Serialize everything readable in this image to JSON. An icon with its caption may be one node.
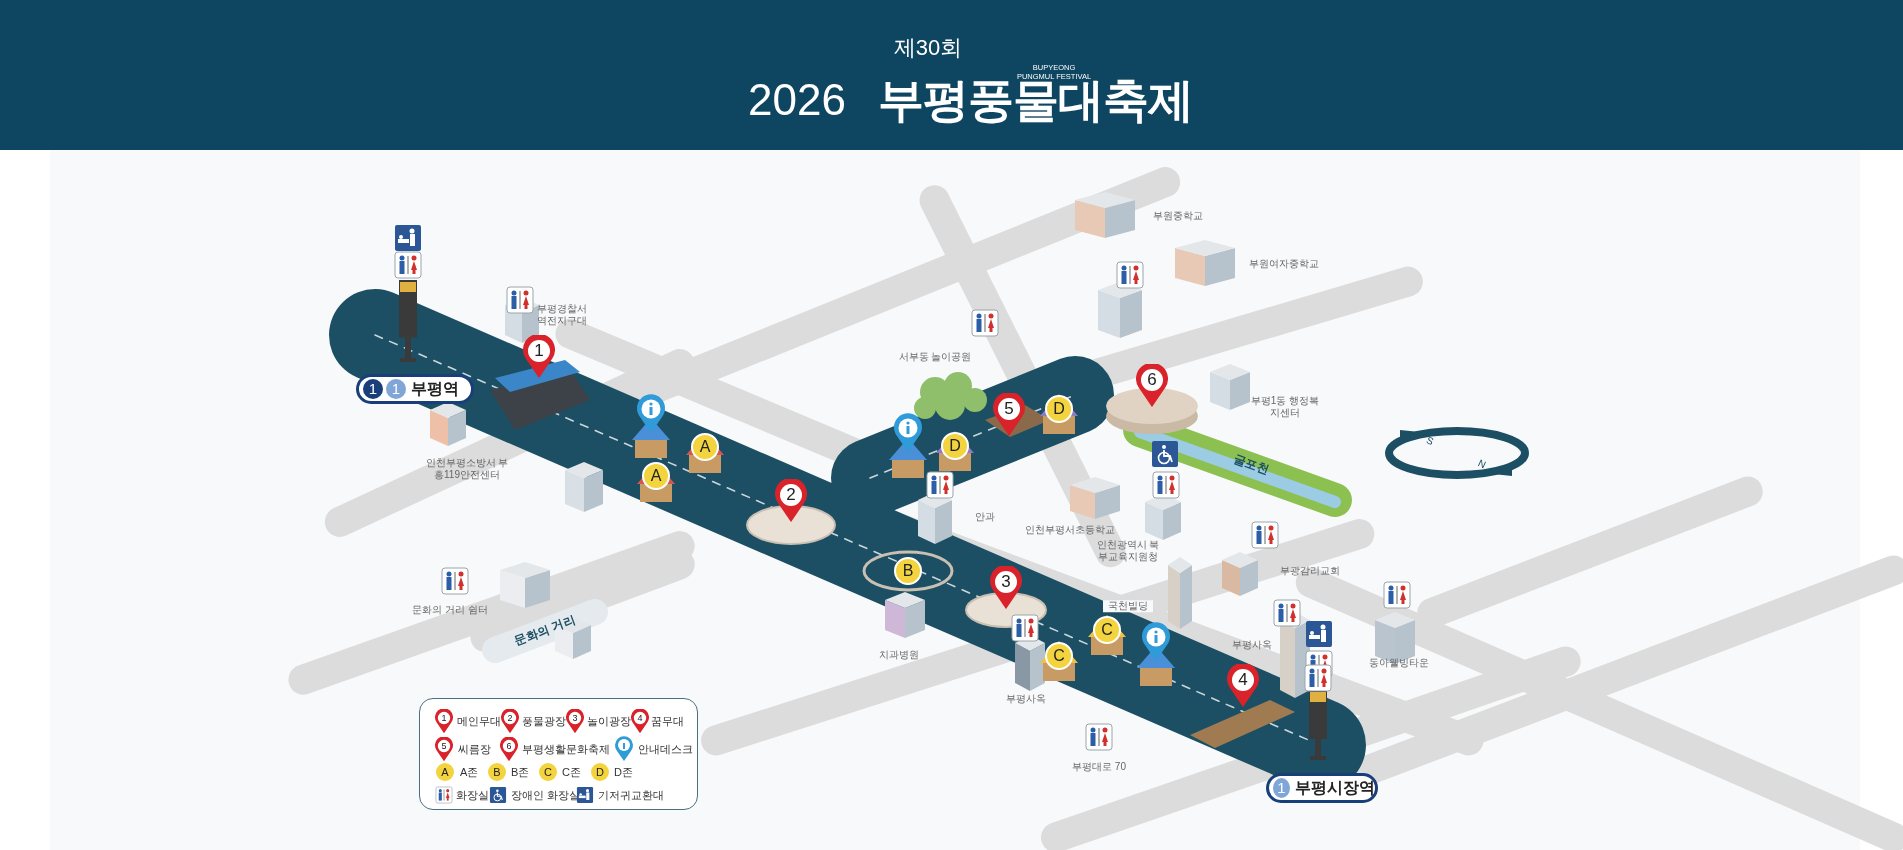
{
  "diagram": {
    "title": "부평풍물대축제",
    "nodes": [
      {
        "text": [
          "1",
          "1",
          "부평역"
        ]
      },
      {
        "text": [
          "1"
        ]
      },
      {
        "text": [
          "A"
        ]
      },
      {
        "text": [
          "A"
        ]
      },
      {
        "text": [
          "2"
        ]
      },
      {
        "text": [
          "5"
        ]
      },
      {
        "text": [
          "D"
        ]
      },
      {
        "text": [
          "D"
        ]
      },
      {
        "text": [
          "6"
        ]
      },
      {
        "text": [
          "B"
        ]
      },
      {
        "text": [
          "3"
        ]
      },
      {
        "text": [
          "C"
        ]
      },
      {
        "text": [
          "C"
        ]
      },
      {
        "text": [
          "4"
        ]
      },
      {
        "text": [
          "1",
          "부평시장역"
        ]
      }
    ],
    "labels": [
      "제30회",
      "2026",
      "BUPYEONG PUNGMUL FESTIVAL",
      "부원중학교",
      "부원여자중학교",
      "부평경찰서 역전지구대",
      "서부동 놀이공원",
      "부평1동 행정복지센터",
      "인천부평소방서 부흥119안전센터",
      "굴포천",
      "안과",
      "인천부평서초등학교",
      "인천광역시 북부교육지원청",
      "부광감리교회",
      "문화의 거리 쉼터",
      "국천빌딩",
      "문화의 거리",
      "치과병원",
      "부평사옥",
      "동아웰빙타운",
      "부평사옥",
      "부평대로 70",
      "1",
      "2",
      "3",
      "4",
      "5",
      "6",
      "A",
      "B",
      "C",
      "D",
      "S",
      "N"
    ],
    "legend": [
      {
        "text": "메인무대"
      },
      {
        "text": "풍물광장"
      },
      {
        "text": "놀이광장"
      },
      {
        "text": "꿈무대"
      },
      {
        "text": "씨름장"
      },
      {
        "text": "부평생활문화축제"
      },
      {
        "text": "안내데스크"
      },
      {
        "text": "A존"
      },
      {
        "text": "B존"
      },
      {
        "text": "C존"
      },
      {
        "text": "D존"
      },
      {
        "text": "화장실"
      },
      {
        "text": "장애인 화장실"
      },
      {
        "text": "기저귀교환대"
      }
    ]
  }
}
